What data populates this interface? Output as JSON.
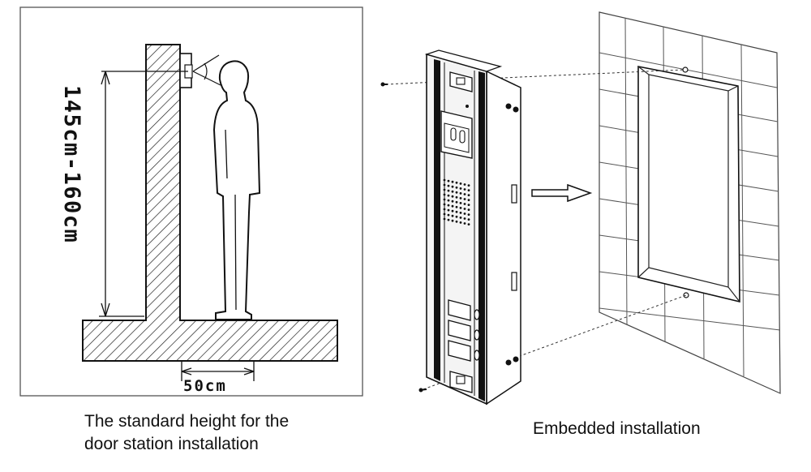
{
  "left_panel": {
    "height_label": "145cm-160cm",
    "distance_label": "50cm",
    "caption_line1": "The standard height for the",
    "caption_line2": "door station installation"
  },
  "right_panel": {
    "caption": "Embedded installation"
  },
  "colors": {
    "ink": "#111111",
    "frame": "#555555",
    "panel_fill": "#f4f4f4"
  }
}
